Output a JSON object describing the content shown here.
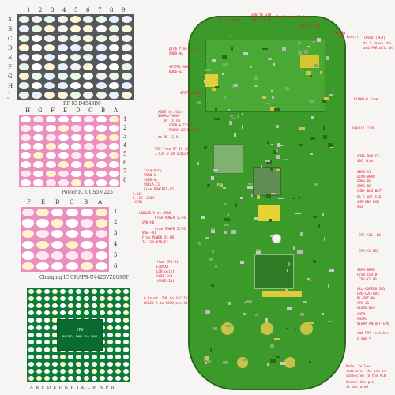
{
  "panel1": {
    "cols": [
      "1",
      "2",
      "3",
      "4",
      "5",
      "6",
      "7",
      "8",
      "9"
    ],
    "rows": [
      "A",
      "B",
      "C",
      "D",
      "E",
      "F",
      "G",
      "H",
      "J"
    ],
    "caption": "RF IC  D4549B0"
  },
  "panel2": {
    "cols": [
      "H",
      "G",
      "F",
      "E",
      "D",
      "C",
      "B",
      "A"
    ],
    "rows": [
      "1",
      "2",
      "3",
      "4",
      "5",
      "6",
      "7",
      "8"
    ],
    "caption": "Power IC  UCS5M225"
  },
  "panel3": {
    "cols": [
      "F",
      "E",
      "D",
      "C",
      "B",
      "A"
    ],
    "rows": [
      "1",
      "2",
      "3",
      "4",
      "5",
      "6"
    ],
    "caption": "Charging IC  CHAPS-U4425VZ9G96T"
  },
  "panel4": {
    "chip_line1": "CPU",
    "chip_line2": "MAD2WD1 R0MO V10 LR04",
    "bottom_letters": "A B C D E F G H J K L M N P R"
  },
  "board_labels": [
    "To LCD VOUT",
    "300 to 330",
    "VBATT 3.5V",
    "Built-in ANT Pad",
    "ON/OFF Key",
    "PWR-ON",
    "(Low Burst)",
    "TXVDD (VEH)",
    "tr 1 Cause the",
    "and PWR will be",
    "pin6 from TF to",
    "ADDR-AA",
    "VFCTRL-ADDR",
    "BDD6-G2",
    "VFCTRL-ADDR",
    "ADDR (0.55A)",
    "SDRMA/TXDAF",
    "RF IC AA",
    "GDPP-A TXOUT",
    "RADAR R372 2.8V",
    "to RF IC-H1",
    "VCP from RF IC-A2",
    "2.835 2.8V output",
    "frequency",
    "VKRN-1",
    "SVBR-AL",
    "SDRLA-C1",
    "From POWERIC-H5",
    "2.8V",
    "8 LCD LINES",
    "(CCR)",
    "LODLED 5 to 8900",
    "From POWER IC-H4",
    "UVK-H8",
    "From POWER IC-H7",
    "VBEF-A1",
    "From POWER IC-H6",
    "To CPU-K5B/F2",
    "from CPU-B1",
    "LODMXR",
    "LOB point",
    "HLOD IC4",
    "(AMLD-IN)",
    "9 Round LINE to 4IC-IV",
    "HALED-A to 8090 pin 31",
    "VLMAN-D from",
    "Supply from",
    "CMIC-RXD-FS",
    "VDC from",
    "VBCK-11",
    "DCMh-DRPW",
    "SDMm-B0",
    "SDMC-B0",
    "CMB+ BLS-BATT",
    "BS 1 ADC-EAB",
    "VMR-DBA BIN",
    "Aux",
    "GPS-K11 -B0",
    "CPU-K1 VB2",
    "SDMM-DRPW",
    "From CPU-B",
    "CPU-K1 VB",
    "ALL-CUFFRR IN1",
    "CPU-C2C-BUS",
    "RL-SMT-B0",
    "CPU-C1",
    "ALDMD-BLU",
    "AHPR",
    "AHCPU",
    "VIBRA RN/OFF CPU",
    "Add R37 resistor",
    "6 ENM 5",
    "Note: Yellow",
    "indicates the pin is",
    "connected to the PCB",
    "Green: the pin",
    "is not used"
  ]
}
